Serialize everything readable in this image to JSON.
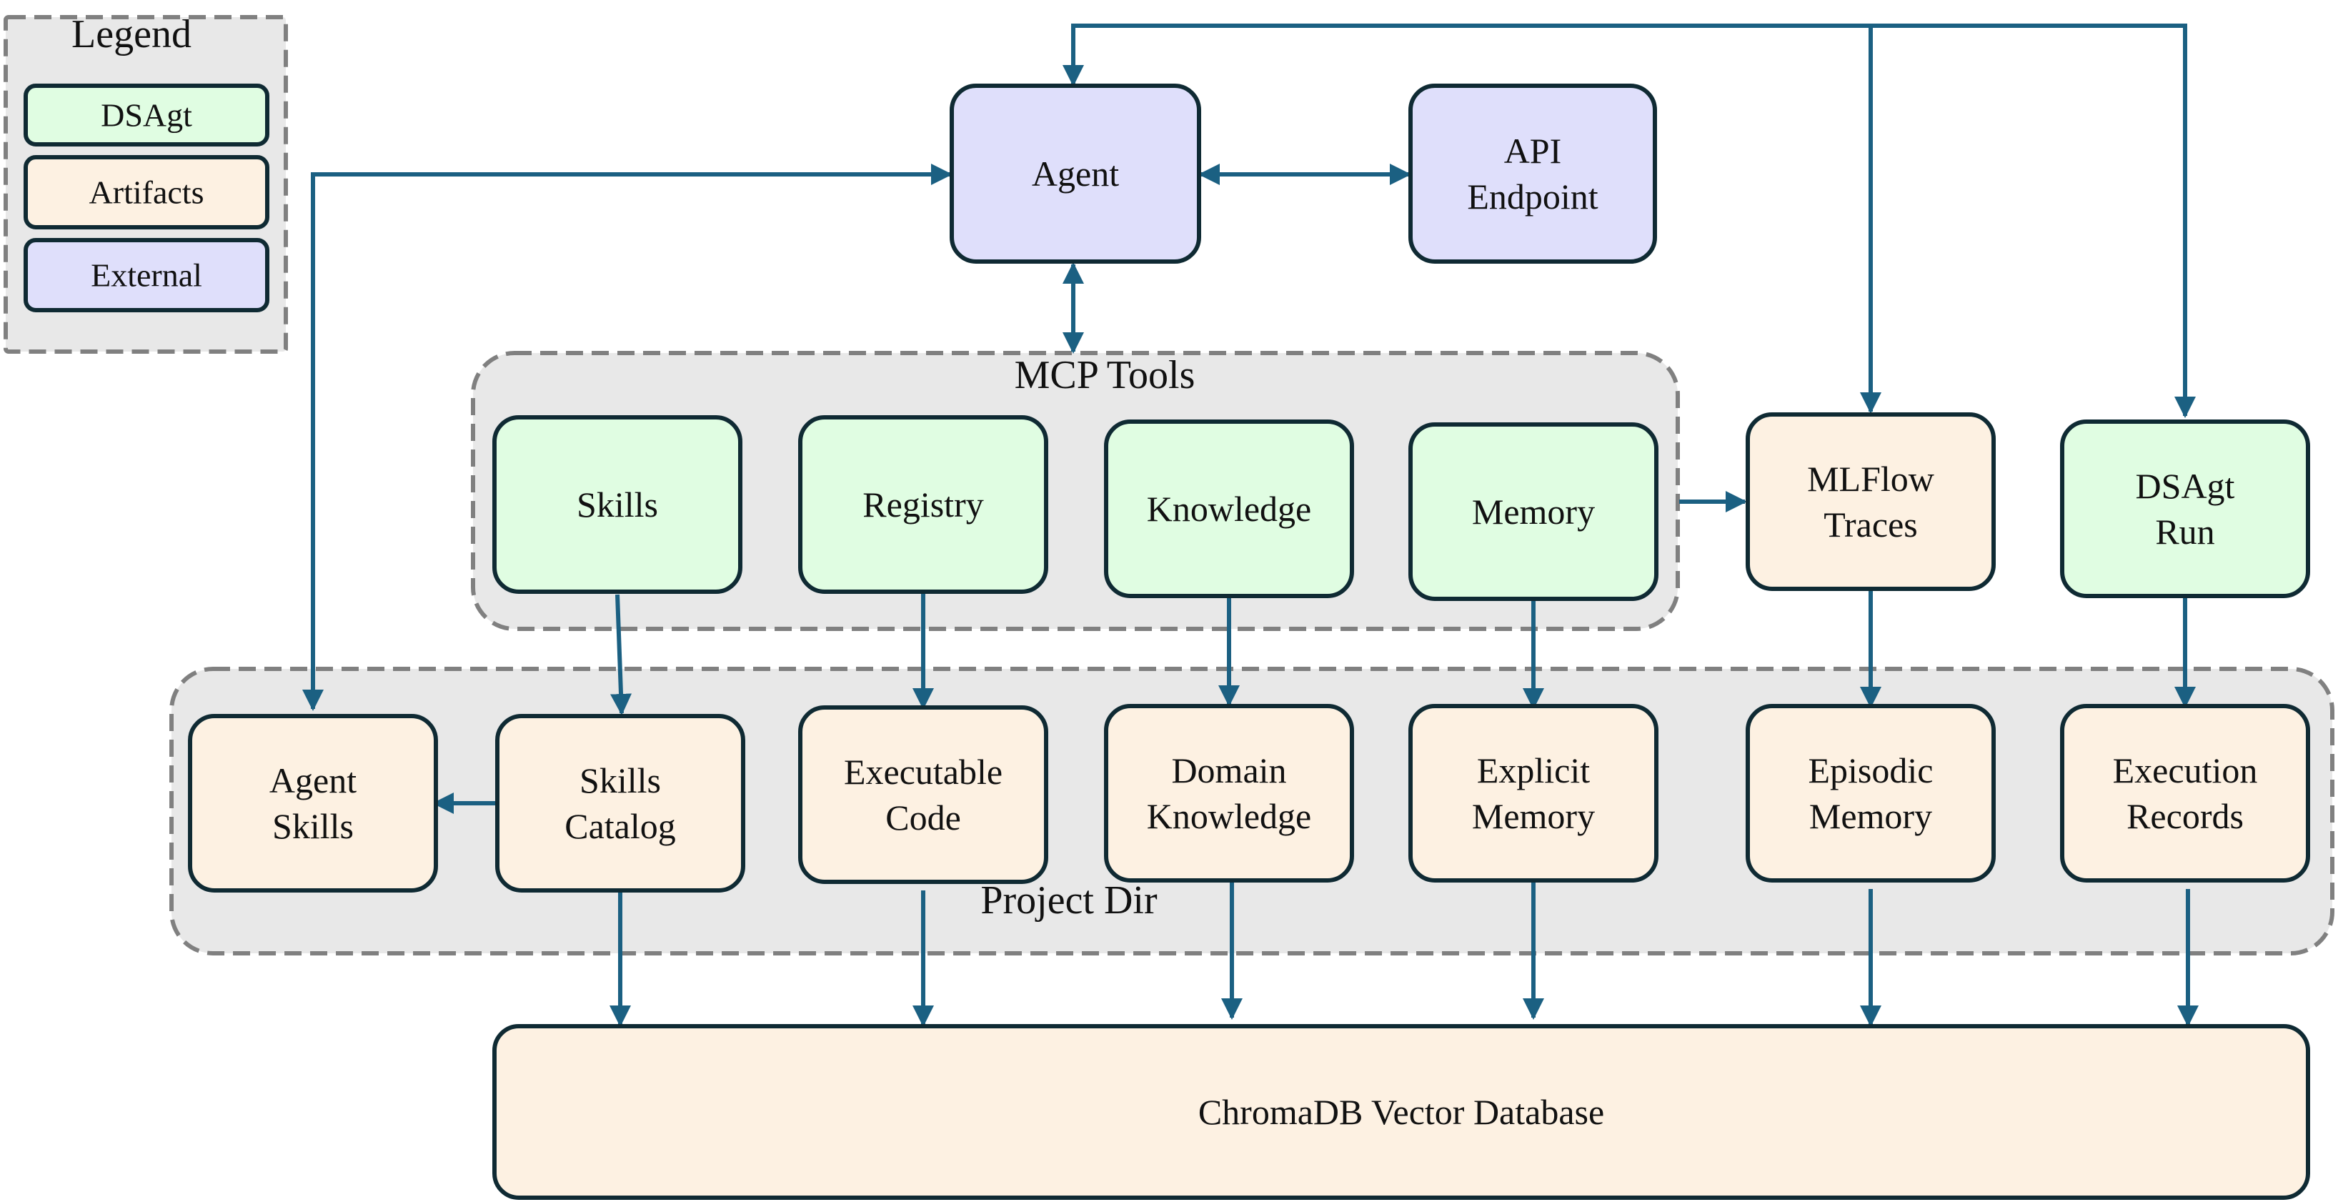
{
  "colors": {
    "dsagt": "#e0fde2",
    "artifacts": "#fdf1e2",
    "external": "#dfdffb",
    "group_fill": "#e8e8e8",
    "group_stroke": "#808080",
    "node_stroke": "#0f2a33",
    "arrow": "#1b6082"
  },
  "legend": {
    "title": "Legend",
    "items": [
      {
        "label": "DSAgt",
        "category": "dsagt"
      },
      {
        "label": "Artifacts",
        "category": "artifacts"
      },
      {
        "label": "External",
        "category": "external"
      }
    ]
  },
  "groups": {
    "mcp_tools": "MCP Tools",
    "project_dir": "Project Dir"
  },
  "nodes": {
    "agent": {
      "lines": [
        "Agent"
      ],
      "category": "external"
    },
    "api_endpoint": {
      "lines": [
        "API",
        "Endpoint"
      ],
      "category": "external"
    },
    "skills": {
      "lines": [
        "Skills"
      ],
      "category": "dsagt"
    },
    "registry": {
      "lines": [
        "Registry"
      ],
      "category": "dsagt"
    },
    "knowledge": {
      "lines": [
        "Knowledge"
      ],
      "category": "dsagt"
    },
    "memory": {
      "lines": [
        "Memory"
      ],
      "category": "dsagt"
    },
    "mlflow_traces": {
      "lines": [
        "MLFlow",
        "Traces"
      ],
      "category": "artifacts"
    },
    "dsagt_run": {
      "lines": [
        "DSAgt",
        "Run"
      ],
      "category": "dsagt"
    },
    "agent_skills": {
      "lines": [
        "Agent",
        "Skills"
      ],
      "category": "artifacts"
    },
    "skills_catalog": {
      "lines": [
        "Skills",
        "Catalog"
      ],
      "category": "artifacts"
    },
    "executable_code": {
      "lines": [
        "Executable",
        "Code"
      ],
      "category": "artifacts"
    },
    "domain_knowledge": {
      "lines": [
        "Domain",
        "Knowledge"
      ],
      "category": "artifacts"
    },
    "explicit_memory": {
      "lines": [
        "Explicit",
        "Memory"
      ],
      "category": "artifacts"
    },
    "episodic_memory": {
      "lines": [
        "Episodic",
        "Memory"
      ],
      "category": "artifacts"
    },
    "execution_records": {
      "lines": [
        "Execution",
        "Records"
      ],
      "category": "artifacts"
    },
    "chromadb": {
      "lines": [
        "ChromaDB Vector Database"
      ],
      "category": "artifacts"
    }
  }
}
